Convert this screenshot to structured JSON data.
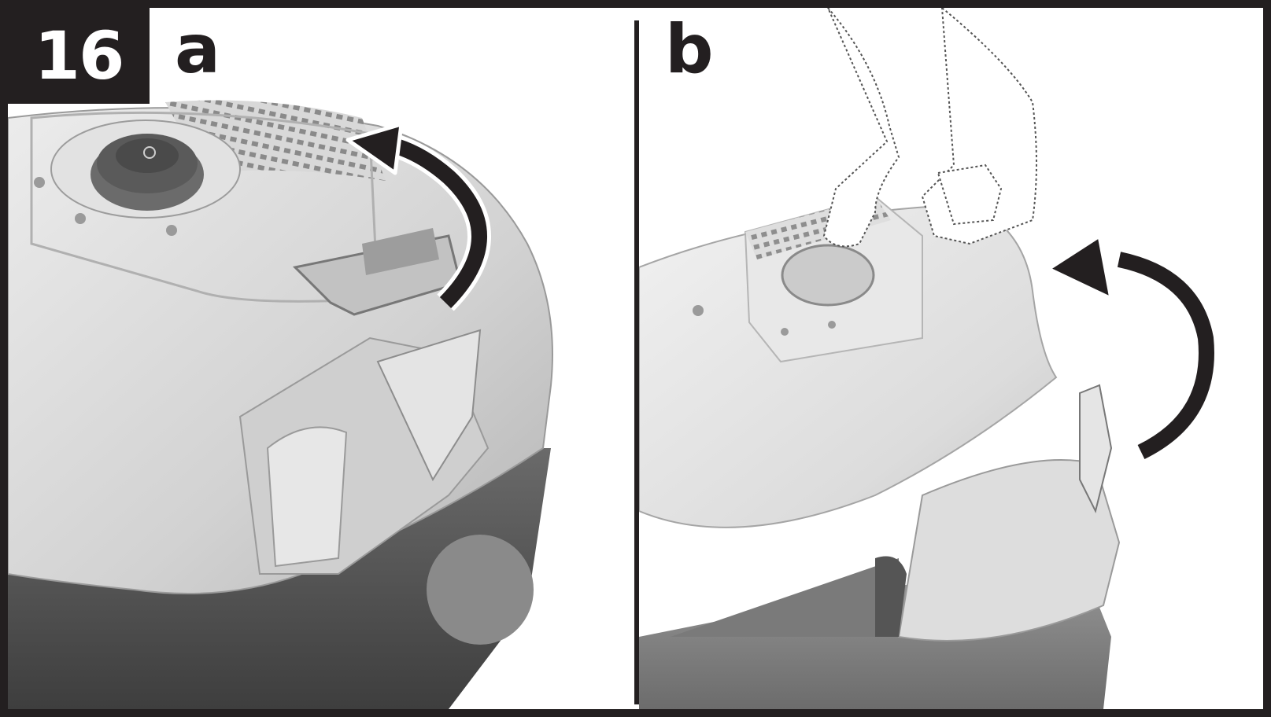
{
  "figure": {
    "step_number": "16",
    "panels": [
      {
        "label": "a"
      },
      {
        "label": "b"
      }
    ]
  },
  "colors": {
    "ink": "#231f20",
    "body_light": "#d9d9d9",
    "body_dark": "#595959",
    "paper": "#ffffff"
  },
  "icons": [
    "curved-arrow-icon",
    "power-knob-icon",
    "hand-icon"
  ]
}
